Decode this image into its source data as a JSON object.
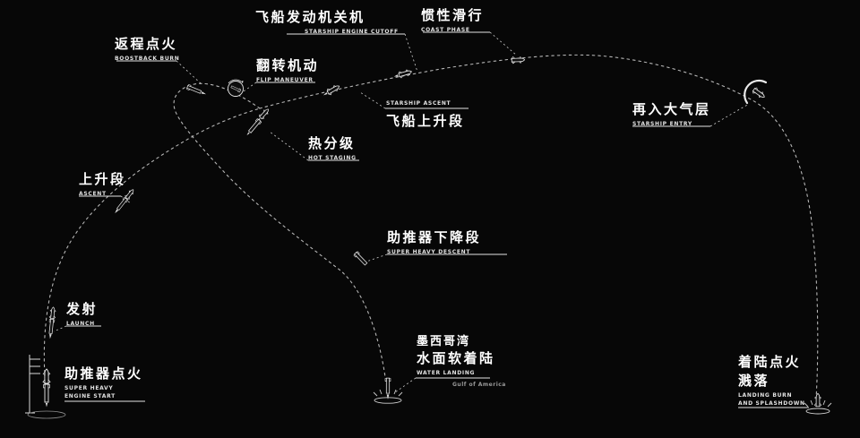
{
  "meta": {
    "background_color": "#070707",
    "line_color": "#b5b5b5",
    "text_color": "#ffffff",
    "diagram": "starship-flight-profile"
  },
  "labels": {
    "boostback": {
      "zh": "返程点火",
      "en": "BOOSTBACK BURN"
    },
    "cutoff": {
      "zh": "飞船发动机关机",
      "en": "STARSHIP ENGINE CUTOFF"
    },
    "coast": {
      "zh": "惯性滑行",
      "en": "COAST PHASE"
    },
    "flip": {
      "zh": "翻转机动",
      "en": "FLIP MANEUVER"
    },
    "shipAscent": {
      "en": "STARSHIP ASCENT",
      "zh": "飞船上升段"
    },
    "hotStaging": {
      "zh": "热分级",
      "en": "HOT STAGING"
    },
    "entry": {
      "zh": "再入大气层",
      "en": "STARSHIP ENTRY"
    },
    "ascent": {
      "zh": "上升段",
      "en": "ASCENT"
    },
    "superHeavyDescent": {
      "zh": "助推器下降段",
      "en": "SUPER HEAVY DESCENT"
    },
    "launch": {
      "zh": "发射",
      "en": "LAUNCH"
    },
    "engineStart": {
      "zh": "助推器点火",
      "en1": "SUPER HEAVY",
      "en2": "ENGINE START"
    },
    "waterLanding": {
      "zh1": "墨西哥湾",
      "zh2": "水面软着陆",
      "en": "WATER LANDING",
      "en2": "Gulf of America"
    },
    "splashdown": {
      "zh1": "着陆点火",
      "zh2": "溅落",
      "en1": "LANDING BURN",
      "en2": "AND SPLASHDOWN"
    }
  },
  "icons": [
    "pad-rocket-icon",
    "launch-rocket-icon",
    "ascent-rocket-icon",
    "boostback-booster-icon",
    "flip-maneuver-icon",
    "hot-staging-booster-icon",
    "hot-staging-ship-icon",
    "starship-ascent-icon-1",
    "starship-ascent-icon-2",
    "coast-starship-icon",
    "entry-starship-icon",
    "descent-booster-icon",
    "landing-burn-booster-icon",
    "splashdown-starship-icon",
    "launch-tower",
    "pad-base",
    "water-landing-splash",
    "splashdown-splash"
  ]
}
